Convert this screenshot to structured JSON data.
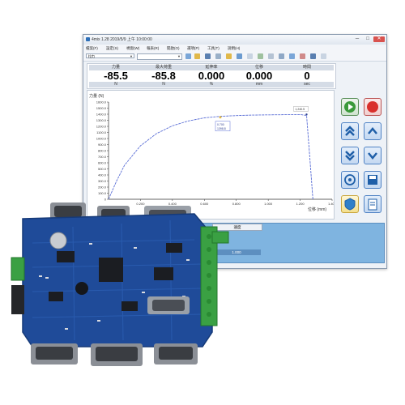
{
  "window": {
    "title": "4mix 1.28 2019/5/9 上午 10:00:00",
    "controls": {
      "minimize": "─",
      "maximize": "□",
      "close": "✕"
    }
  },
  "menu": [
    "檔案(F)",
    "設定(S)",
    "視窗(W)",
    "報表(R)",
    "開啟(O)",
    "選項(P)",
    "工具(T)",
    "說明(H)"
  ],
  "toolbar": {
    "combo_value": "拉力"
  },
  "readouts": [
    {
      "label": "力量",
      "value": "-85.5",
      "unit": "N"
    },
    {
      "label": "最大荷重",
      "value": "-85.8",
      "unit": "N"
    },
    {
      "label": "延伸率",
      "value": "0.000",
      "unit": "%"
    },
    {
      "label": "位移",
      "value": "0.000",
      "unit": "mm"
    },
    {
      "label": "時間",
      "value": "0",
      "unit": "sec"
    }
  ],
  "chart_data": {
    "type": "line",
    "title": "",
    "ylabel": "力量 (N)",
    "xlabel": "位移 (mm)",
    "xlim": [
      0,
      1.4
    ],
    "ylim": [
      0,
      1600
    ],
    "x_ticks": [
      "0.200",
      "0.400",
      "0.600",
      "0.800",
      "1.000",
      "1.200",
      "1.400"
    ],
    "y_ticks": [
      "0",
      "100.0",
      "200.0",
      "300.0",
      "400.0",
      "500.0",
      "600.0",
      "700.0",
      "800.0",
      "900.0",
      "1000.0",
      "1100.0",
      "1200.0",
      "1300.0",
      "1400.0",
      "1500.0",
      "1600.0"
    ],
    "series": [
      {
        "x": [
          0,
          0.05,
          0.1,
          0.2,
          0.3,
          0.4,
          0.5,
          0.6,
          0.7,
          0.8,
          0.9,
          1.0,
          1.1,
          1.2,
          1.24,
          1.26,
          1.28
        ],
        "y": [
          0,
          300,
          560,
          880,
          1080,
          1210,
          1290,
          1340,
          1365,
          1378,
          1385,
          1390,
          1392,
          1395,
          1380,
          700,
          0
        ]
      }
    ],
    "annotations": [
      {
        "text": "0.700",
        "x": 0.7,
        "y": 1350
      },
      {
        "text": "1398.8",
        "x": 0.7,
        "y": 1350
      },
      {
        "text": "1,240.5",
        "x": 1.24,
        "y": 1395
      }
    ],
    "grid": false
  },
  "colors": {
    "line": "#5b6fd6",
    "run": "#2f8f2f",
    "stop": "#d9302c",
    "accent": "#4f82c4"
  },
  "right_controls": [
    "play-icon",
    "stop-icon",
    "double-up-icon",
    "up-icon",
    "double-down-icon",
    "down-icon",
    "return-icon",
    "save-icon",
    "shield-icon",
    "report-icon"
  ],
  "bottom_panel": {
    "cells": [
      "速度",
      "1.000"
    ]
  },
  "board": {
    "label": "motion control board"
  }
}
